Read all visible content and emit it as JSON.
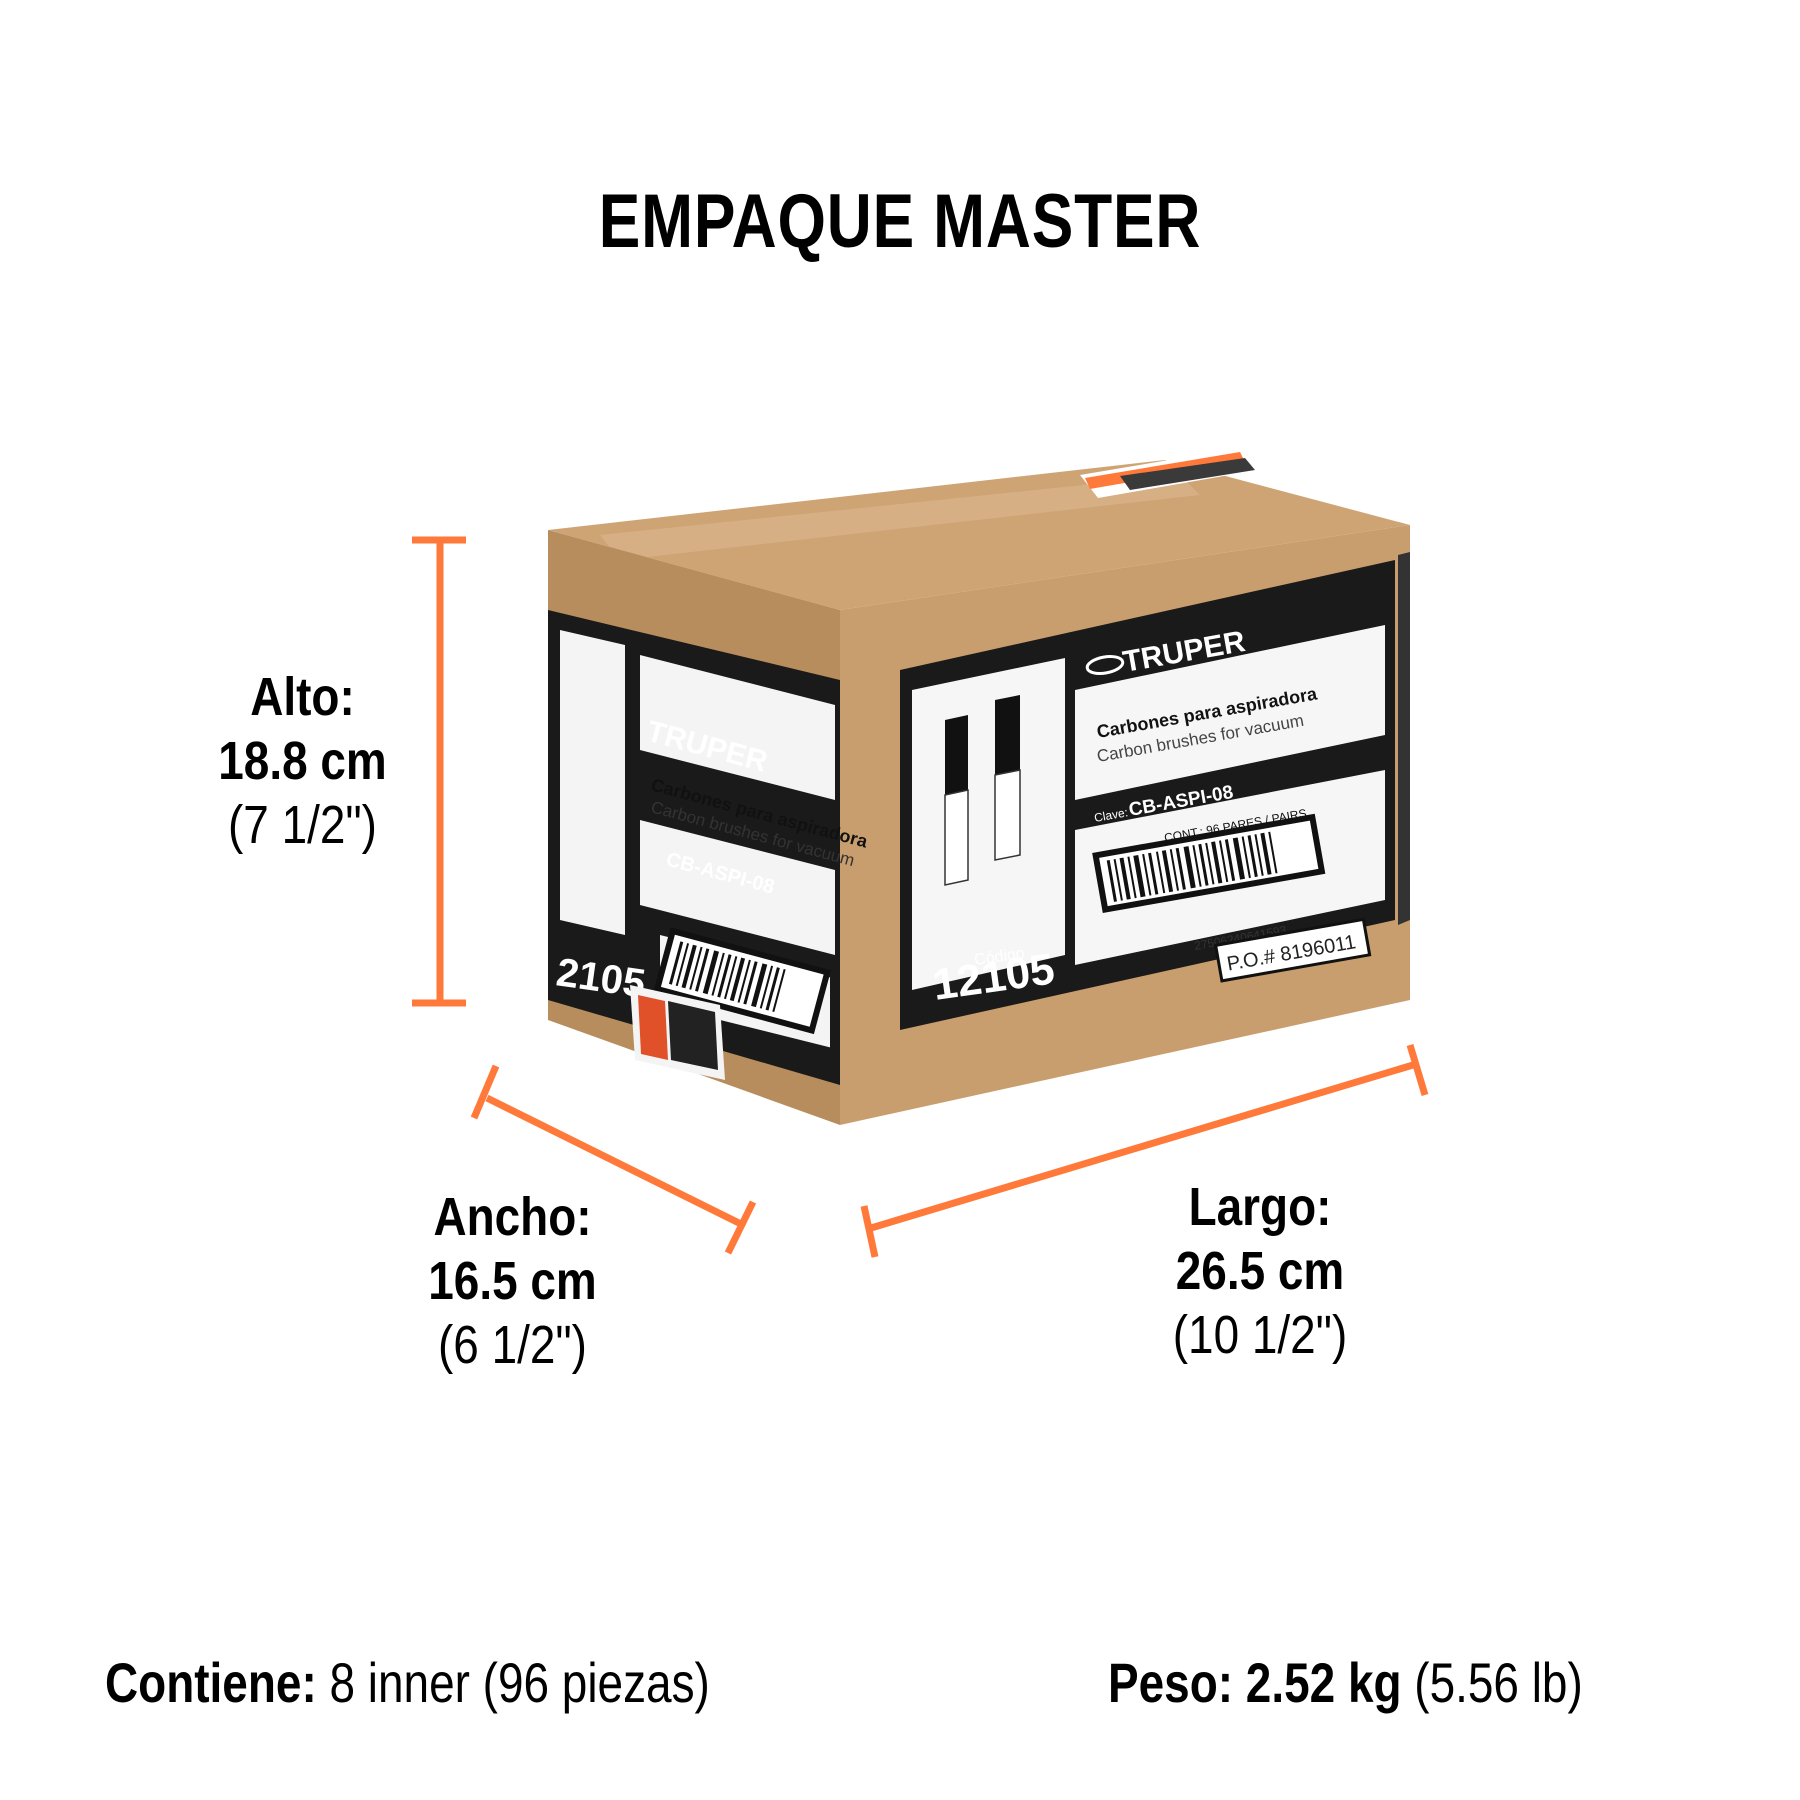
{
  "title": "EMPAQUE MASTER",
  "dimensions": {
    "alto": {
      "label": "Alto:",
      "metric": "18.8 cm",
      "imperial": "(7 1/2\")"
    },
    "ancho": {
      "label": "Ancho:",
      "metric": "16.5 cm",
      "imperial": "(6 1/2\")"
    },
    "largo": {
      "label": "Largo:",
      "metric": "26.5 cm",
      "imperial": "(10 1/2\")"
    }
  },
  "footer": {
    "contains_label": "Contiene:",
    "contains_value": "8 inner (96 piezas)",
    "weight_label": "Peso:",
    "weight_value": "2.52 kg",
    "weight_imperial": "(5.56 lb)"
  },
  "box_label": {
    "brand": "TRUPER",
    "product_es": "Carbones para aspiradora",
    "product_en": "Carbon brushes for vacuum",
    "clave_label": "Clave:",
    "clave": "CB-ASPI-08",
    "contents": "CONT.: 96 PARES / PAIRS",
    "barcode_number": "27506240641593",
    "codigo_label": "Código",
    "codigo": "12105",
    "codigo_side": "2105",
    "po": "P.O.# 8196011"
  },
  "colors": {
    "accent_orange": "#FF7A3A",
    "cardboard": "#C69A6B",
    "cardboard_dark": "#A87C50",
    "label_black": "#1A1A1A"
  }
}
